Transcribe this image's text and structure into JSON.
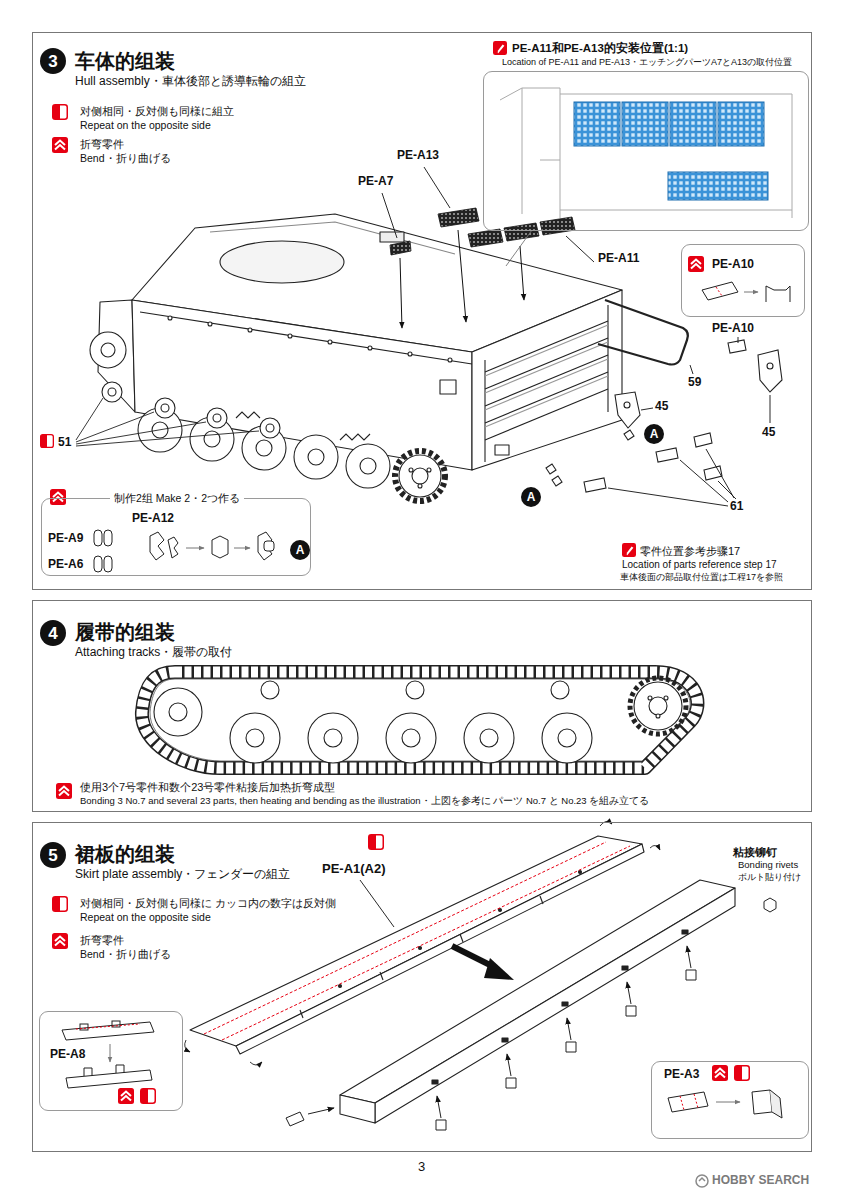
{
  "diagram": {
    "nodes": [
      {
        "text": [
          "车体的组装",
          "Hull assembly・車体後部と誘導転輪の組立"
        ]
      },
      {
        "text": [
          "3"
        ],
        "in": 0
      },
      {
        "text": [
          "PE-A11和PE-A13的安装位置(1:1)",
          "Location of PE-A11 and PE-A13・エッチングパーツA7とA13の取付位置"
        ],
        "in": 0
      },
      {
        "text": [
          "PE-A10"
        ],
        "in": 0
      },
      {
        "text": [
          "制作2组 Make 2・2つ作る"
        ],
        "in": 0
      },
      {
        "text": [
          "A"
        ],
        "in": 4
      },
      {
        "text": [
          "A"
        ],
        "in": 0
      },
      {
        "text": [
          "A"
        ],
        "in": 0
      },
      {
        "text": [
          "履带的组装",
          "Attaching tracks・履帯の取付"
        ]
      },
      {
        "text": [
          "4"
        ],
        "in": 8
      },
      {
        "text": [
          "裙板的组装",
          "Skirt plate assembly・フェンダーの組立"
        ]
      },
      {
        "text": [
          "5"
        ],
        "in": 10
      },
      {
        "text": [
          "PE-A8"
        ],
        "in": 10
      },
      {
        "text": [
          "PE-A3"
        ],
        "in": 10
      }
    ],
    "labels": [
      "对侧相同・反対側も同様に組立",
      "Repeat on the opposite side",
      "折弯零件",
      "Bend・折り曲げる",
      "PE-A13",
      "PE-A7",
      "PE-A11",
      "PE-A10",
      "59",
      "45",
      "45",
      "61",
      "51",
      "PE-A9",
      "PE-A12",
      "PE-A6",
      "零件位置参考步骤17",
      "Location of parts reference step 17",
      "車体後面の部品取付位置は工程17を参照",
      "使用3个7号零件和数个23号零件粘接后加热折弯成型",
      "Bonding 3 No.7 and several 23 parts, then heating and bending as the illustration・上図を参考に パーツ No.7 と No.23 を組み立てる",
      "对侧相同・反対側も同様に カッコ内の数字は反対側",
      "Repeat on the opposite side",
      "折弯零件",
      "Bend・折り曲げる",
      "PE-A1(A2)",
      "粘接铆钉",
      "Bonding rivets",
      "ボルト貼り付け",
      "3",
      "HOBBY SEARCH"
    ]
  }
}
